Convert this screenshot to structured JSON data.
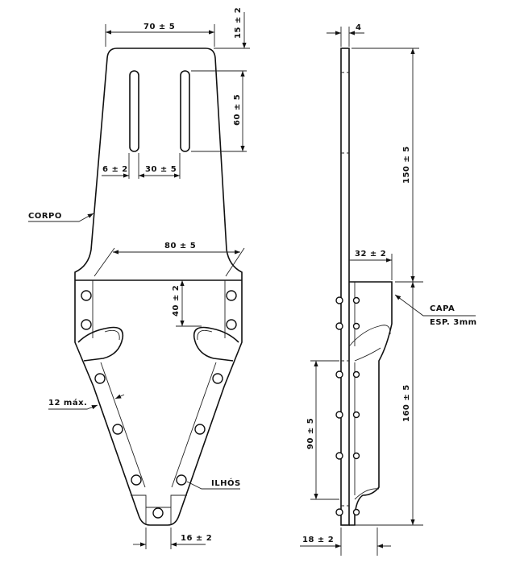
{
  "front_view": {
    "dim_width_top": "70 ± 5",
    "dim_top_margin": "15 ± 2",
    "dim_slot_length": "60 ± 5",
    "dim_edge_to_slot": "6 ± 2",
    "dim_slot_spacing": "30 ± 5",
    "label_body": "CORPO",
    "dim_width_lower": "80 ± 5",
    "dim_pocket_depth": "40 ± 2",
    "dim_edge_max": "12 máx.",
    "label_eyelets": "ILHÓS",
    "dim_bottom_width": "16 ± 2"
  },
  "side_view": {
    "dim_thickness": "4",
    "dim_upper_length": "150 ± 5",
    "dim_cap_depth": "32 ± 2",
    "label_cap": "CAPA",
    "label_cap_thickness": "ESP. 3mm",
    "dim_lower_length": "160 ± 5",
    "dim_eyelet_span": "90 ± 5",
    "dim_bottom_depth": "18 ± 2"
  }
}
